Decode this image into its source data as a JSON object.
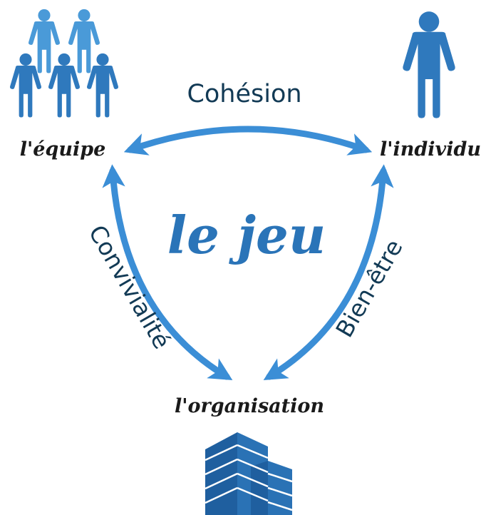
{
  "colors": {
    "person_light": "#3d8fd0",
    "person_dark": "#2f79bd",
    "arrow": "#3b8ed6",
    "building": "#2a6fb0",
    "edge_text": "#123a55",
    "node_text": "#1a1a1a",
    "center_text": "#2a74b8"
  },
  "icons": {
    "team": "group-of-people-icon",
    "individual": "person-icon",
    "organisation": "office-buildings-icon"
  },
  "nodes": {
    "team": "l'équipe",
    "individual": "l'individu",
    "organisation": "l'organisation"
  },
  "center": "le jeu",
  "edges": {
    "top": "Cohésion",
    "left": "Convivialité",
    "right": "Bien-être"
  }
}
